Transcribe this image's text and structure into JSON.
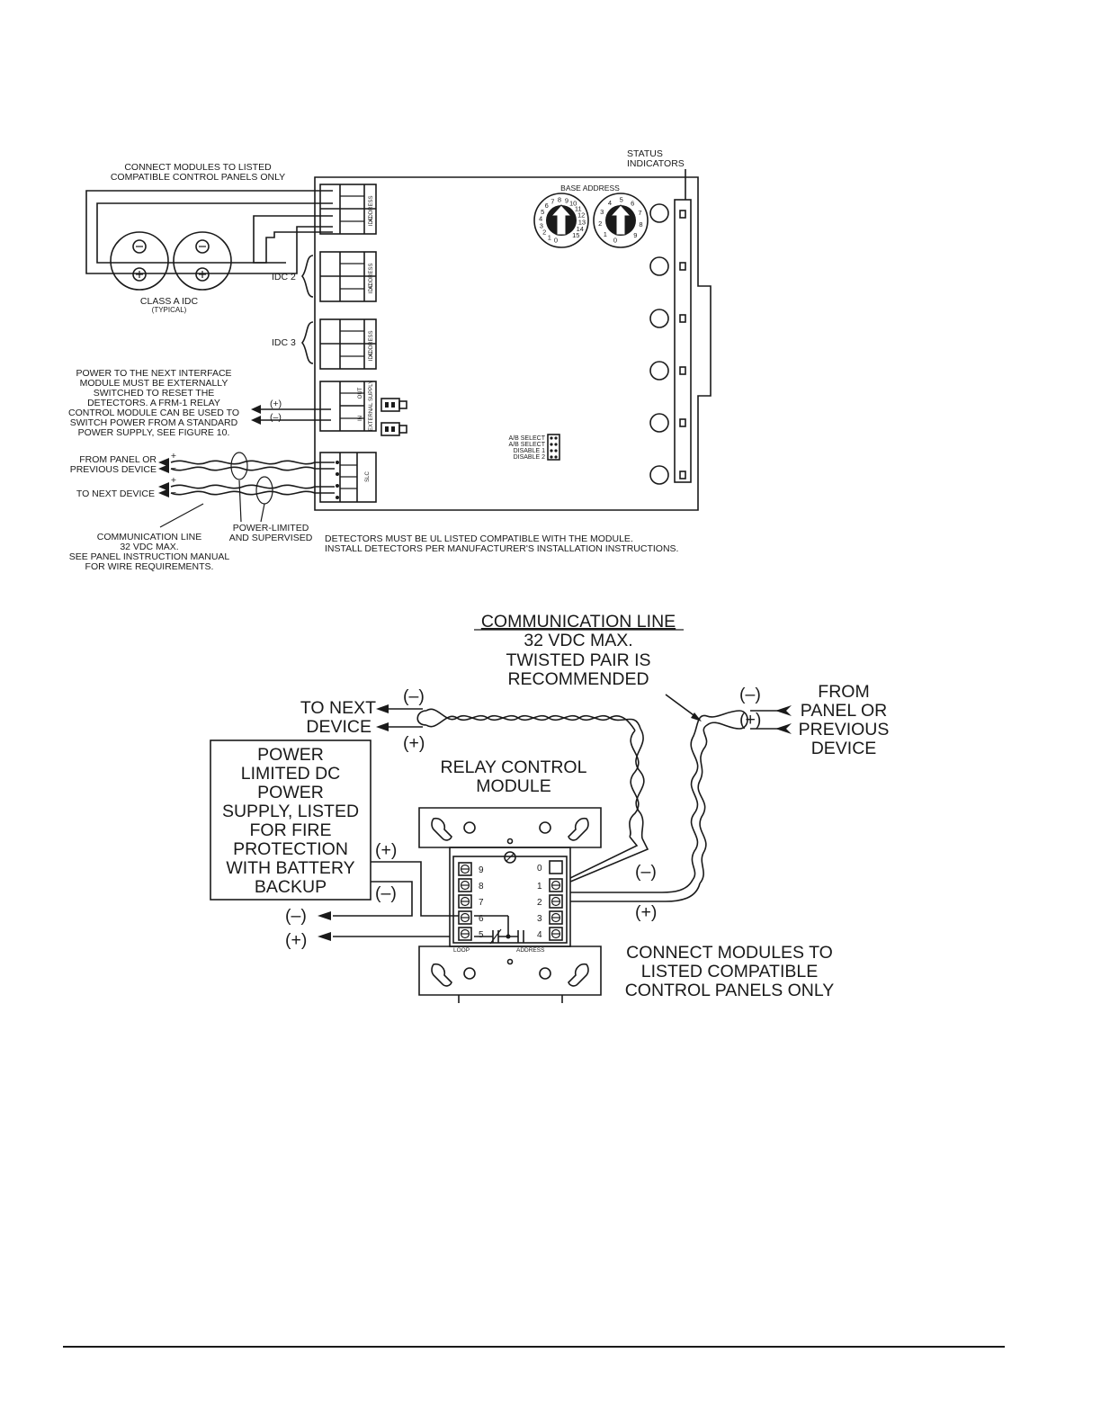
{
  "top": {
    "connect_note_1": "CONNECT MODULES TO LISTED",
    "connect_note_2": "COMPATIBLE CONTROL PANELS ONLY",
    "status_1": "STATUS",
    "status_2": "INDICATORS",
    "base_address": "BASE ADDRESS",
    "class_a": "CLASS A IDC",
    "typical": "(TYPICAL)",
    "idc2": "IDC 2",
    "idc3": "IDC 3",
    "power_note": [
      "POWER TO THE NEXT INTERFACE",
      "MODULE MUST BE EXTERNALLY",
      "SWITCHED TO RESET THE",
      "DETECTORS. A FRM-1 RELAY",
      "CONTROL MODULE CAN BE USED TO",
      "SWITCH POWER FROM A STANDARD",
      "POWER SUPPLY, SEE FIGURE 10."
    ],
    "plus_paren": "(+)",
    "minus_paren": "(–)",
    "from_panel_1": "FROM PANEL OR",
    "from_panel_2": "PREVIOUS DEVICE",
    "to_next": "TO NEXT DEVICE",
    "comm_note": [
      "COMMUNICATION LINE",
      "32 VDC MAX.",
      "SEE PANEL INSTRUCTION MANUAL",
      "FOR WIRE REQUIREMENTS."
    ],
    "power_limited_1": "POWER-LIMITED",
    "power_limited_2": "AND SUPERVISED",
    "detectors_1": "DETECTORS MUST BE UL LISTED COMPATIBLE WITH THE MODULE.",
    "detectors_2": "INSTALL DETECTORS PER MANUFACTURER'S INSTALLATION INSTRUCTIONS.",
    "ab_select_1": "A/B SELECT",
    "ab_select_2": "A/B SELECT",
    "disable_1": "DISABLE 1",
    "disable_2": "DISABLE 2",
    "terminal_address": "ADDRESS",
    "terminal_idc": "IDC",
    "terminal_ext": "EXTERNAL SUPPLY",
    "terminal_slc": "SLC",
    "terminal_out": "OUT",
    "terminal_in": "IN",
    "dial_left": [
      "0",
      "1",
      "2",
      "3",
      "4",
      "5",
      "6",
      "7",
      "8",
      "9",
      "10",
      "11",
      "12",
      "13",
      "14",
      "15"
    ],
    "dial_right": [
      "0",
      "1",
      "2",
      "3",
      "4",
      "5",
      "6",
      "7",
      "8",
      "9"
    ]
  },
  "bottom": {
    "comm_line": "COMMUNICATION LINE",
    "comm_2": "32 VDC MAX.",
    "comm_3": "TWISTED PAIR IS",
    "comm_4": "RECOMMENDED",
    "minus": "(–)",
    "plus": "(+)",
    "to_next_1": "TO NEXT",
    "to_next_2": "DEVICE",
    "from_1": "FROM",
    "from_2": "PANEL OR",
    "from_3": "PREVIOUS",
    "from_4": "DEVICE",
    "supply": [
      "POWER",
      "LIMITED DC",
      "POWER",
      "SUPPLY, LISTED",
      "FOR FIRE",
      "PROTECTION",
      "WITH BATTERY",
      "BACKUP"
    ],
    "relay_1": "RELAY CONTROL",
    "relay_2": "MODULE",
    "connect": [
      "CONNECT MODULES TO",
      "LISTED COMPATIBLE",
      "CONTROL PANELS ONLY"
    ],
    "term_left": [
      "9",
      "8",
      "7",
      "6",
      "5"
    ],
    "term_right": [
      "0",
      "1",
      "2",
      "3",
      "4"
    ],
    "loop": "LOOP",
    "address": "ADDRESS"
  }
}
